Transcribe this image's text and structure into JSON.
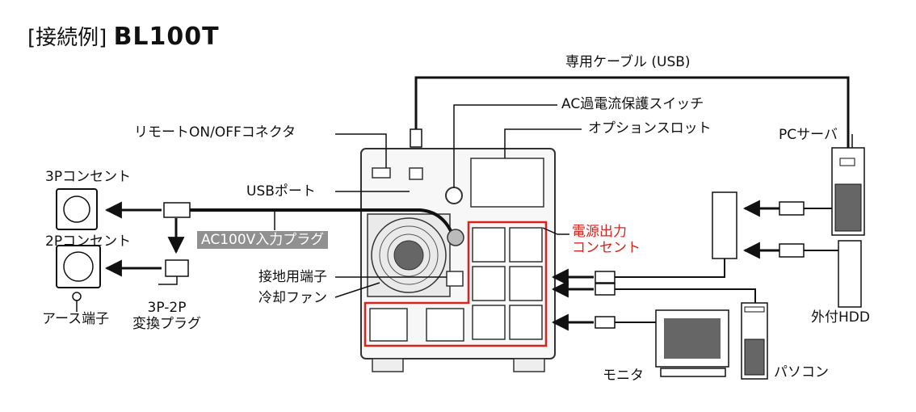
{
  "title": {
    "prefix": "[接続例]",
    "model": "BL100T"
  },
  "labels": {
    "usb_cable": "専用ケーブル (USB)",
    "ac_switch": "AC過電流保護スイッチ",
    "remote_connector": "リモートON/OFFコネクタ",
    "option_slot": "オプションスロット",
    "pc_server": "PCサーバ",
    "outlet_3p": "3Pコンセント",
    "usb_port": "USBポート",
    "outlet_2p": "2Pコンセント",
    "ac_plug": "AC100V入力プラグ",
    "output_line1": "電源出力",
    "output_line2": "コンセント",
    "ground_terminal": "接地用端子",
    "cooling_fan": "冷却ファン",
    "earth_terminal": "アース端子",
    "adapter_line1": "3P-2P",
    "adapter_line2": "変換プラグ",
    "external_hdd": "外付HDD",
    "monitor": "モニタ",
    "pc": "パソコン"
  },
  "colors": {
    "accent_red": "#d8241c",
    "line": "#111111",
    "plug_label_bg": "#909090"
  }
}
